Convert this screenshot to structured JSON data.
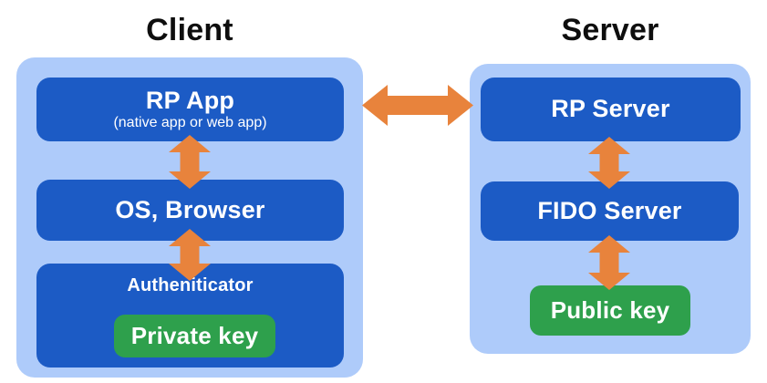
{
  "titles": {
    "client": "Client",
    "server": "Server"
  },
  "client": {
    "rp_app": {
      "label": "RP App",
      "sublabel": "(native app or web app)"
    },
    "os_browser": {
      "label": "OS, Browser"
    },
    "authenticator": {
      "label": "Autheniticator"
    },
    "private_key": {
      "label": "Private key"
    }
  },
  "server": {
    "rp_server": {
      "label": "RP Server"
    },
    "fido_server": {
      "label": "FIDO Server"
    },
    "public_key": {
      "label": "Public key"
    }
  },
  "icons": {
    "client_rpapp_os_arrow": "vertical-double-arrow",
    "client_os_authenticator_arrow": "vertical-double-arrow",
    "client_server_arrow": "horizontal-double-arrow",
    "server_rpserver_fido_arrow": "vertical-double-arrow",
    "server_fido_publickey_arrow": "vertical-double-arrow"
  },
  "colors": {
    "container": "#AECBFA",
    "box": "#1C5BC5",
    "key_box": "#2EA04C",
    "arrow": "#E8833C",
    "title_text": "#0E0E0E",
    "box_text": "#FFFFFF",
    "background": "#FFFFFF"
  }
}
